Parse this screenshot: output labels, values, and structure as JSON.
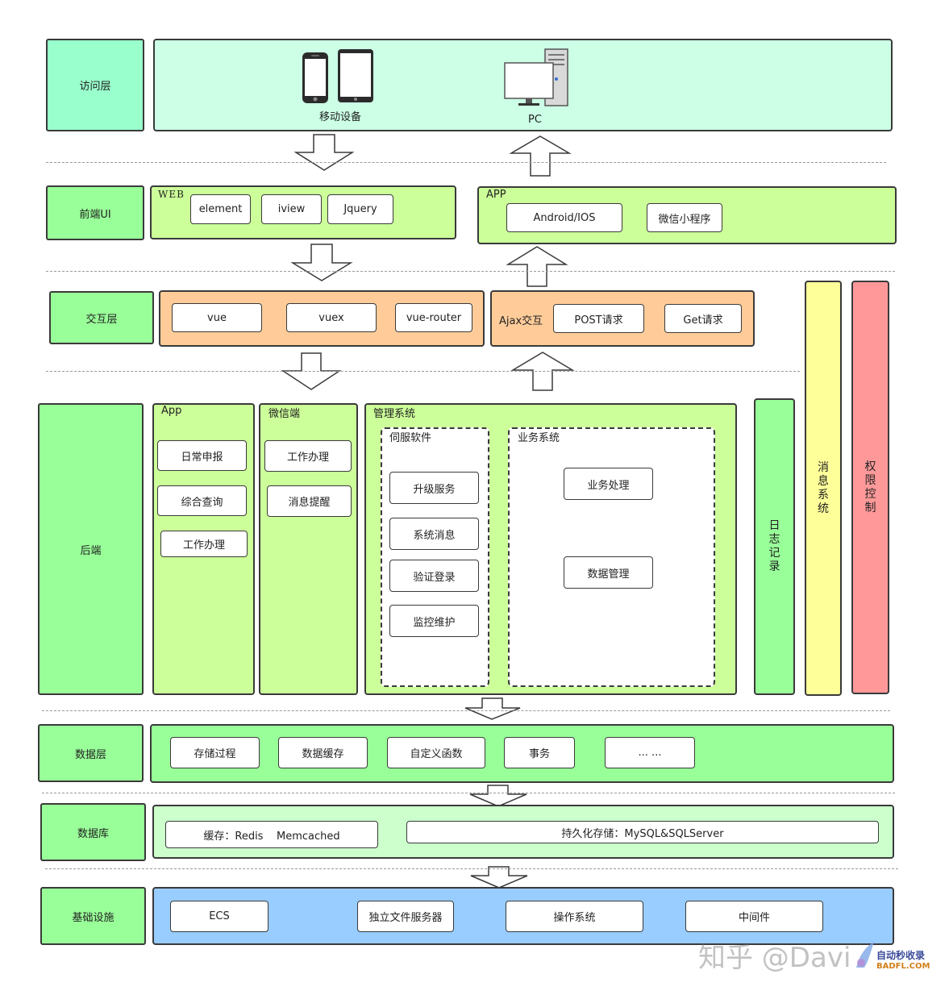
{
  "layers": {
    "access": "访问层",
    "frontend_ui": "前端UI",
    "interaction": "交互层",
    "backend": "后端",
    "data_layer": "数据层",
    "database": "数据库",
    "infrastructure": "基础设施"
  },
  "access": {
    "mobile_label": "移动设备",
    "pc_label": "PC"
  },
  "frontend": {
    "web_title": "WEB",
    "web_items": [
      "element",
      "iview",
      "Jquery"
    ],
    "app_title": "APP",
    "app_items": [
      "Android/IOS",
      "微信小程序"
    ]
  },
  "interaction": {
    "items": [
      "vue",
      "vuex",
      "vue-router"
    ],
    "ajax_title": "Ajax交互",
    "ajax_items": [
      "POST请求",
      "Get请求"
    ]
  },
  "backend": {
    "app_title": "App",
    "app_items": [
      "日常申报",
      "综合查询",
      "工作办理"
    ],
    "wechat_title": "微信端",
    "wechat_items": [
      "工作办理",
      "消息提醒"
    ],
    "mgmt_title": "管理系统",
    "servo_title": "伺服软件",
    "servo_items": [
      "升级服务",
      "系统消息",
      "验证登录",
      "监控维护"
    ],
    "business_title": "业务系统",
    "business_items": [
      "业务处理",
      "数据管理"
    ],
    "log_chars": [
      "日",
      "志",
      "记",
      "录"
    ]
  },
  "side": {
    "message_chars": [
      "消",
      "息",
      "系",
      "统"
    ],
    "permission_chars": [
      "权",
      "限",
      "控",
      "制"
    ]
  },
  "data_layer": {
    "items": [
      "存储过程",
      "数据缓存",
      "自定义函数",
      "事务",
      "... ..."
    ]
  },
  "database": {
    "cache": "缓存：Redis    Memcached",
    "persistent": "持久化存储：MySQL&SQLServer"
  },
  "infrastructure": {
    "items": [
      "ECS",
      "独立文件服务器",
      "操作系统",
      "中间件"
    ]
  },
  "watermark": {
    "text": "知乎 @Davi",
    "logo_text": "自动秒收录",
    "logo_sub": "BADFL.COM"
  },
  "colors": {
    "green1": "#99ff99",
    "green2": "#ccff99",
    "mint": "#ccffe6",
    "orange": "#ffcc99",
    "yellow": "#ffff99",
    "pink": "#ff9999",
    "blue": "#99ccff"
  }
}
